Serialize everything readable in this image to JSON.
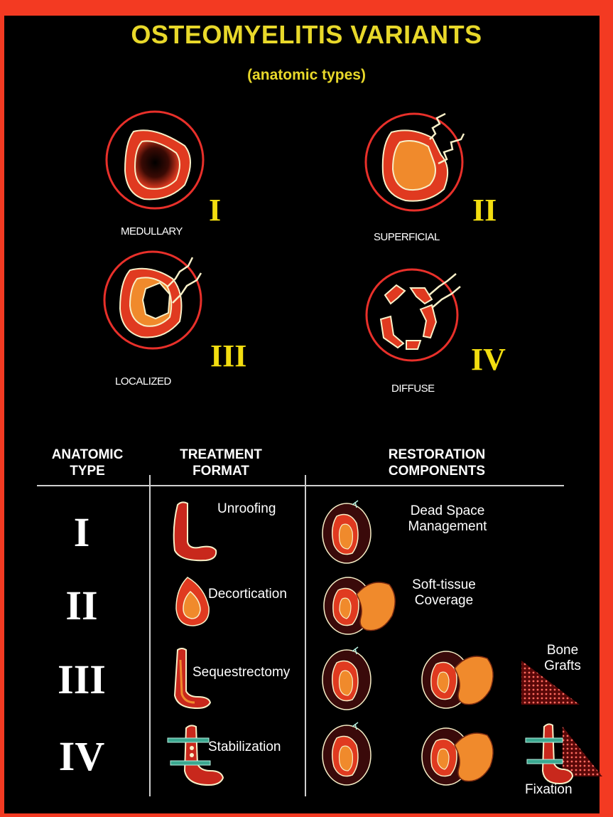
{
  "title": "OSTEOMYELITIS VARIANTS",
  "subtitle": "(anatomic types)",
  "variants": [
    {
      "numeral": "I",
      "label": "MEDULLARY"
    },
    {
      "numeral": "II",
      "label": "SUPERFICIAL"
    },
    {
      "numeral": "III",
      "label": "LOCALIZED"
    },
    {
      "numeral": "IV",
      "label": "DIFFUSE"
    }
  ],
  "table": {
    "headers": {
      "anatomic_type": [
        "ANATOMIC",
        "TYPE"
      ],
      "treatment_format": [
        "TREATMENT",
        "FORMAT"
      ],
      "restoration_components": [
        "RESTORATION",
        "COMPONENTS"
      ]
    },
    "rows": [
      {
        "type": "I",
        "treatment": "Unroofing"
      },
      {
        "type": "II",
        "treatment": "Decortication"
      },
      {
        "type": "III",
        "treatment": "Sequestrectomy"
      },
      {
        "type": "IV",
        "treatment": "Stabilization"
      }
    ],
    "components": {
      "dead_space": [
        "Dead Space",
        "Management"
      ],
      "soft_tissue": [
        "Soft-tissue",
        "Coverage"
      ],
      "bone_grafts": [
        "Bone",
        "Grafts"
      ],
      "fixation": "Fixation"
    }
  },
  "colors": {
    "frame": "#f33a22",
    "background": "#000000",
    "title": "#e8d82a",
    "numeral_yellow": "#f2dd10",
    "bone": "#e03a20",
    "marrow": "#f08a2c",
    "outline": "#f8f0c8"
  }
}
